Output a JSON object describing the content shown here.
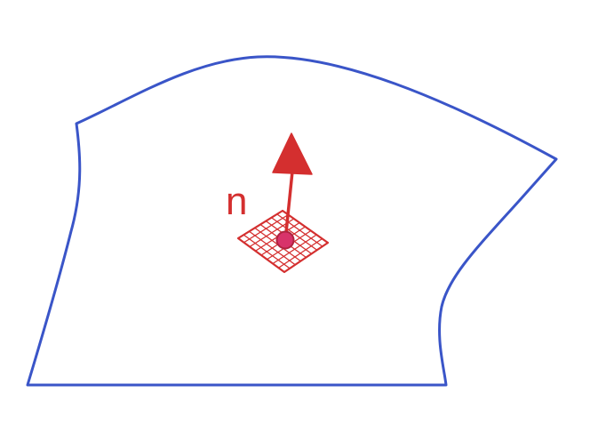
{
  "diagram": {
    "normal_label": "n",
    "colors": {
      "surface_outline": "#3a55c8",
      "normal_vector": "#d42f2f",
      "patch_mesh": "#d42f2f",
      "point": "#d8336a",
      "background": "#ffffff"
    },
    "icons": {
      "arrowhead": "triangle-arrowhead",
      "patch": "hatched-quadrilateral",
      "point": "filled-circle"
    }
  }
}
